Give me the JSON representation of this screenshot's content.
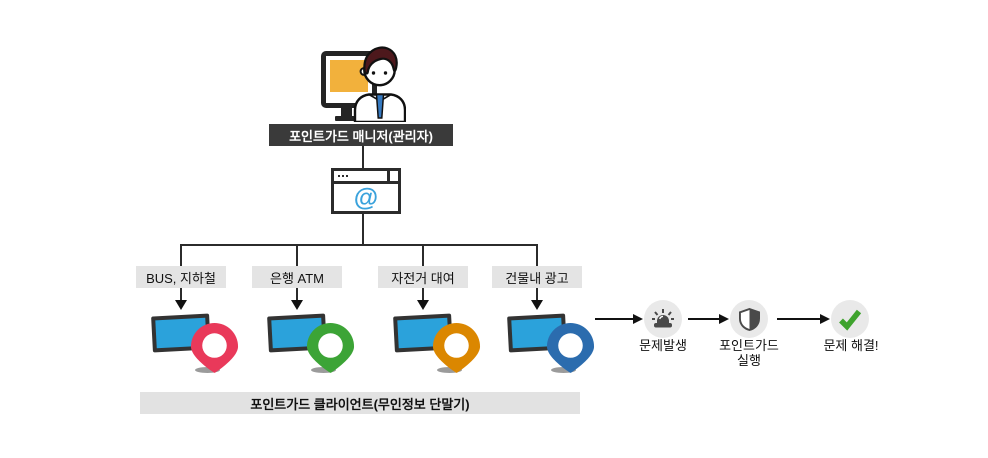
{
  "diagram": {
    "manager": {
      "icon": "admin-with-computer-icon",
      "label": "포인트가드 매니저(관리자)",
      "browser": {
        "icon": "browser-window-icon",
        "symbol": "@"
      }
    },
    "clients": {
      "items": [
        {
          "label": "BUS, 지하철",
          "pin_color": "#E9395A"
        },
        {
          "label": "은행 ATM",
          "pin_color": "#3CA436"
        },
        {
          "label": "자전거 대여",
          "pin_color": "#DB8700"
        },
        {
          "label": "건물내 광고",
          "pin_color": "#2B6CAE"
        }
      ],
      "footer_label": "포인트가드 클라이언트(무인정보 단말기)"
    },
    "flow": {
      "steps": [
        {
          "icon": "siren-icon",
          "lines": [
            "문제발생"
          ]
        },
        {
          "icon": "shield-icon",
          "lines": [
            "포인트가드",
            "실행"
          ]
        },
        {
          "icon": "check-icon",
          "lines": [
            "문제 해결!"
          ]
        }
      ]
    },
    "colors": {
      "screen_blue": "#2BA2DB",
      "screen_orange": "#F2B13C",
      "browser_at": "#3AA2DC",
      "tie_blue": "#3579C0",
      "hair_brown": "#4D181C",
      "line_dark": "#2B2B2B",
      "label_bar_bg": "#3A3A3A",
      "box_bg": "#E4E4E4",
      "circle_bg": "#E9E9E9",
      "icon_gray": "#4A4A4A",
      "check_green": "#3EA32D",
      "shadow_gray": "#9B9B9B"
    }
  }
}
